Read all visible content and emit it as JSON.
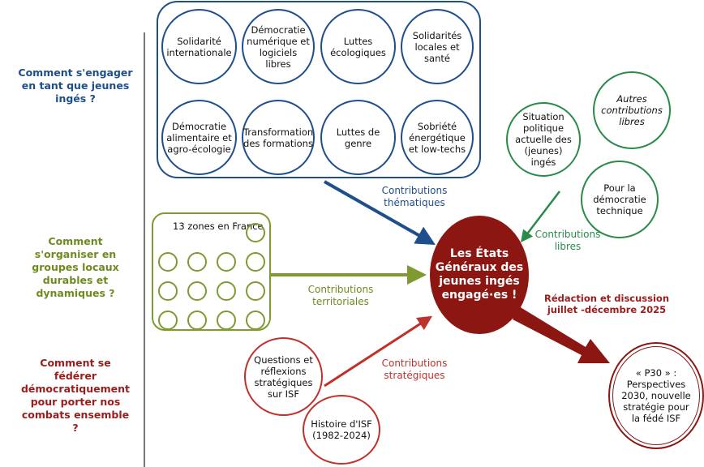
{
  "questions": {
    "q1": "Comment s'engager en tant que jeunes ingés ?",
    "q2": "Comment s'organiser en groupes locaux durables et dynamiques ?",
    "q3": "Comment se fédérer démocratiquement pour porter nos combats ensemble ?"
  },
  "themes": [
    "Solidarité internationale",
    "Démocratie numérique et logiciels libres",
    "Luttes écologiques",
    "Solidarités locales et santé",
    "Démocratie alimentaire et agro-écologie",
    "Transformation des formations",
    "Luttes de genre",
    "Sobriété énergétique et low-techs"
  ],
  "zones": {
    "label": "13 zones en France",
    "count": 13
  },
  "free_contributions": {
    "situation": "Situation politique actuelle des (jeunes) ingés",
    "autres": "Autres contributions libres",
    "democratie": "Pour la démocratie technique"
  },
  "strategic": {
    "questions": "Questions et réflexions stratégiques sur ISF",
    "histoire": "Histoire d'ISF (1982-2024)"
  },
  "center": "Les États Généraux des jeunes ingés engagé·es !",
  "arrow_labels": {
    "thematiques": "Contributions thématiques",
    "libres": "Contributions libres",
    "territoriales": "Contributions territoriales",
    "strategiques": "Contributions stratégiques"
  },
  "redaction": "Rédaction et discussion juillet -décembre 2025",
  "p30": "« P30 » : Perspectives 2030, nouvelle stratégie pour la fédé ISF",
  "colors": {
    "blue": "#1F4E8C",
    "green": "#2A8A4A",
    "olive": "#7F9A30",
    "red": "#C0312B",
    "dark_red": "#8B1612"
  }
}
